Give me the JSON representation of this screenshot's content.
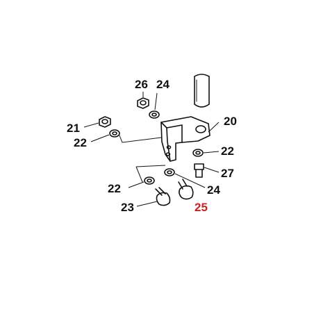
{
  "callouts": {
    "c20": "20",
    "c21": "21",
    "c22_left": "22",
    "c22_right": "22",
    "c22_bottom": "22",
    "c23": "23",
    "c24_top": "24",
    "c24_bottom": "24",
    "c25": "25",
    "c26": "26",
    "c27": "27"
  },
  "colors": {
    "callout_text": "#111111",
    "highlight_callout": "#cc1f1f",
    "line": "#111111"
  }
}
